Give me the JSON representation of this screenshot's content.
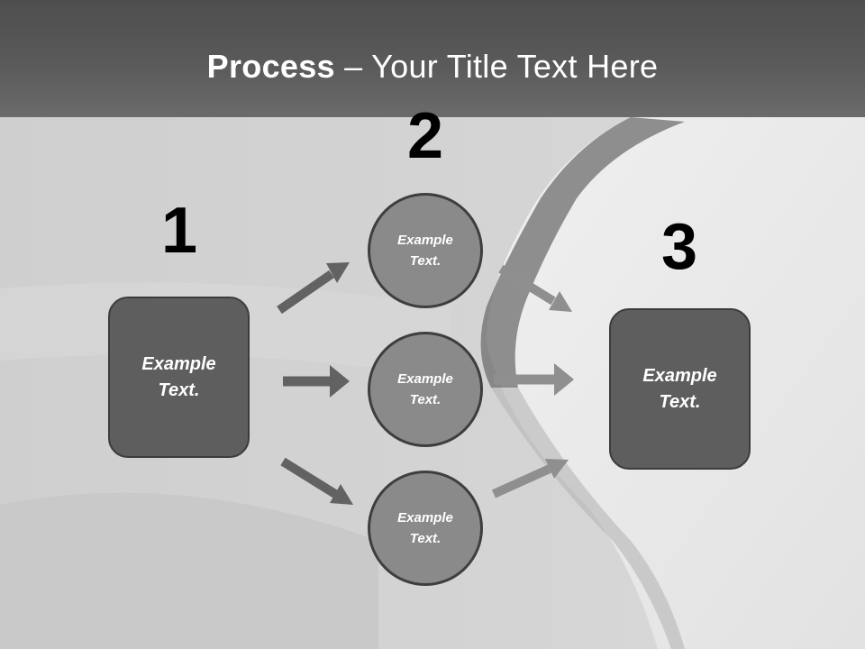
{
  "title": {
    "bold": "Process",
    "rest": " – Your Title Text Here"
  },
  "steps": {
    "one": "1",
    "two": "2",
    "three": "3"
  },
  "left_box": {
    "line1": "Example",
    "line2": "Text."
  },
  "circles": [
    {
      "line1": "Example",
      "line2": "Text."
    },
    {
      "line1": "Example",
      "line2": "Text."
    },
    {
      "line1": "Example",
      "line2": "Text."
    }
  ],
  "right_box": {
    "line1": "Example",
    "line2": "Text."
  },
  "colors": {
    "header": "#555555",
    "box_fill": "#5e5e5e",
    "circle_fill": "#8a8a8a",
    "arrow_left": "#626262",
    "arrow_right": "#8f8f8f"
  }
}
